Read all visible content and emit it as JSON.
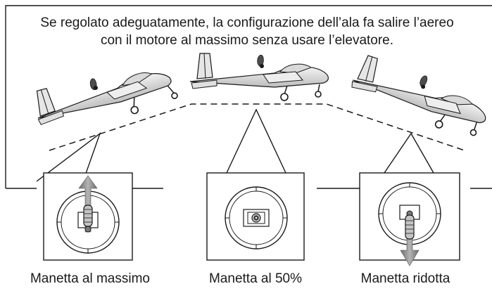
{
  "caption": {
    "line1": "Se regolato adeguatamente, la configurazione dell’ala fa salire l’aereo",
    "line2": "con il motore al massimo senza usare l’elevatore."
  },
  "throttle_panels": [
    {
      "label": "Manetta al massimo",
      "stick_position": "up",
      "arrow": "up"
    },
    {
      "label": "Manetta al 50%",
      "stick_position": "center",
      "arrow": "none"
    },
    {
      "label": "Manetta ridotta",
      "stick_position": "down",
      "arrow": "down"
    }
  ],
  "aircraft": [
    {
      "attitude": "nose-up climb"
    },
    {
      "attitude": "level flight"
    },
    {
      "attitude": "nose-down descent"
    }
  ],
  "flight_path": {
    "style": "dashed"
  },
  "colors": {
    "line": "#1a1a1a",
    "arrow_fill": "#8a8a8a",
    "aircraft_fill": "#e6e6e6",
    "stick_fill": "#c4c4c4"
  }
}
